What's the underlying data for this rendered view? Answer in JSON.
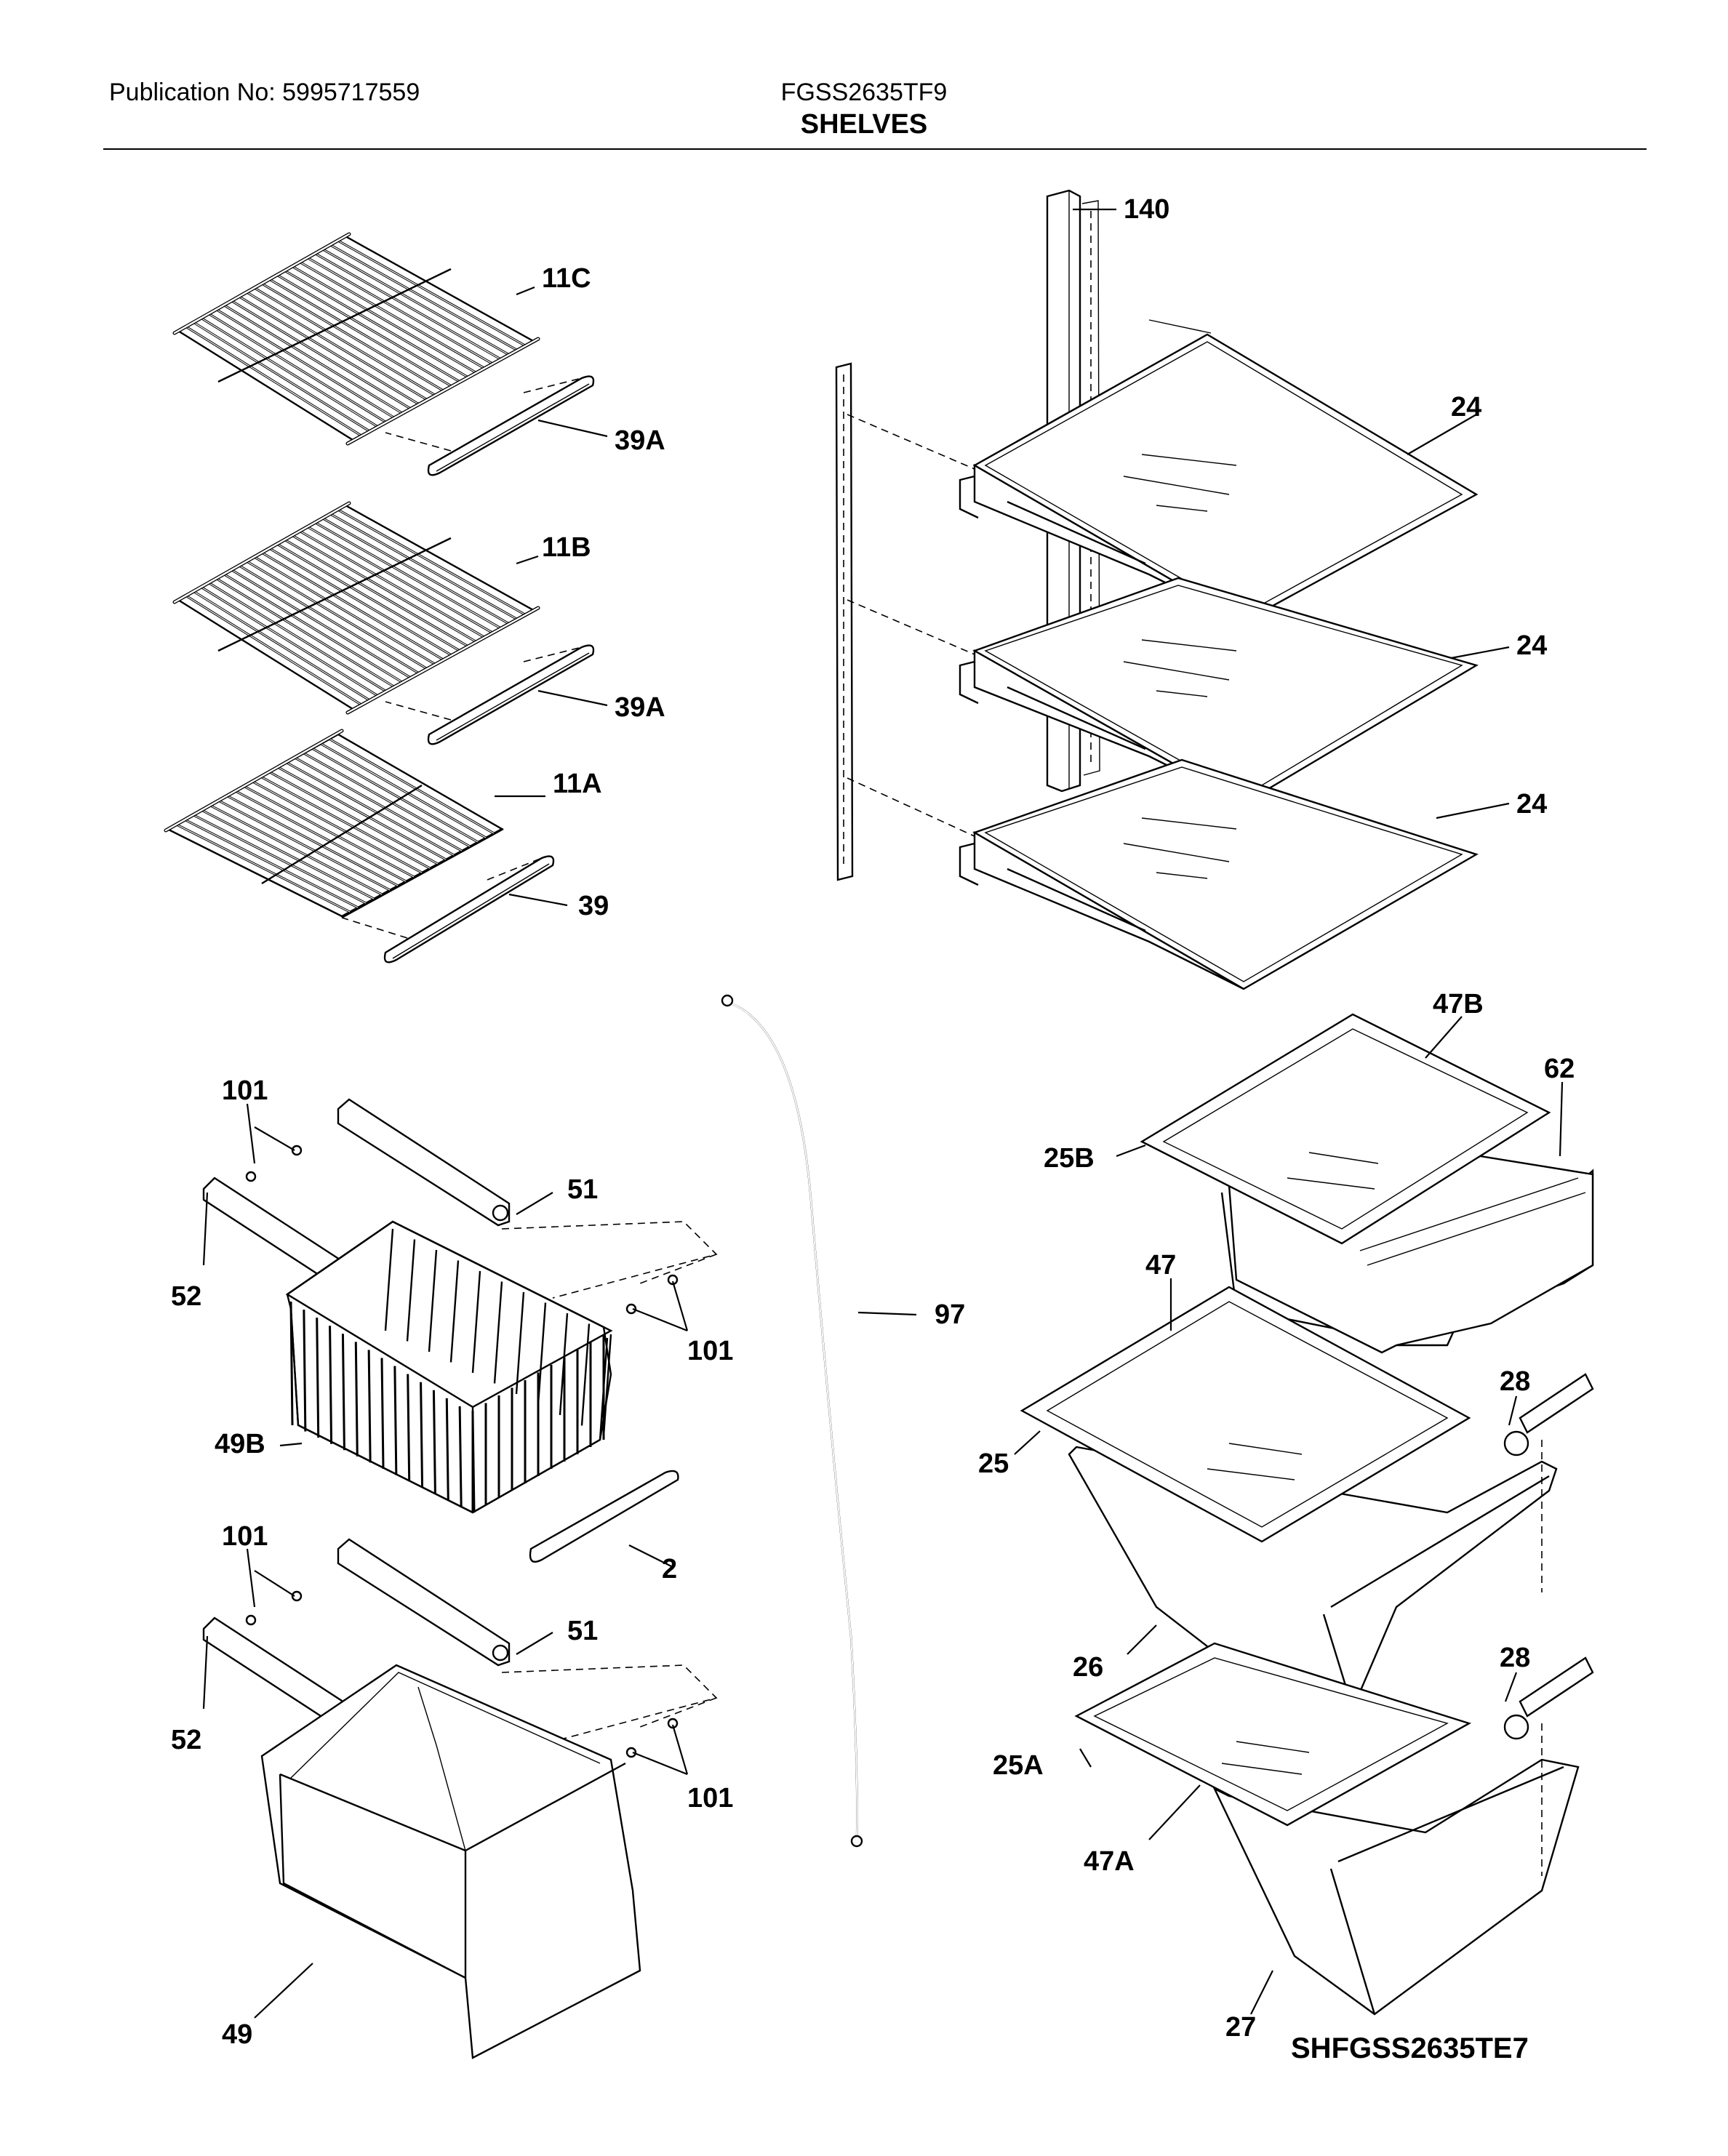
{
  "header": {
    "publication": "Publication No: 5995717559",
    "model": "FGSS2635TF9",
    "section": "SHELVES"
  },
  "diagram_code": "SHFGSS2635TE7",
  "callouts": {
    "c140": "140",
    "c11C": "11C",
    "c39A_1": "39A",
    "c11B": "11B",
    "c39A_2": "39A",
    "c11A": "11A",
    "c39": "39",
    "c24_1": "24",
    "c24_2": "24",
    "c24_3": "24",
    "c47B": "47B",
    "c62": "62",
    "c25B": "25B",
    "c47": "47",
    "c28_1": "28",
    "c25": "25",
    "c26": "26",
    "c28_2": "28",
    "c25A": "25A",
    "c47A": "47A",
    "c27": "27",
    "c97": "97",
    "c101_1": "101",
    "c51_1": "51",
    "c52_1": "52",
    "c101_2": "101",
    "c49B": "49B",
    "c2": "2",
    "c101_3": "101",
    "c51_2": "51",
    "c52_2": "52",
    "c101_4": "101",
    "c49": "49"
  }
}
